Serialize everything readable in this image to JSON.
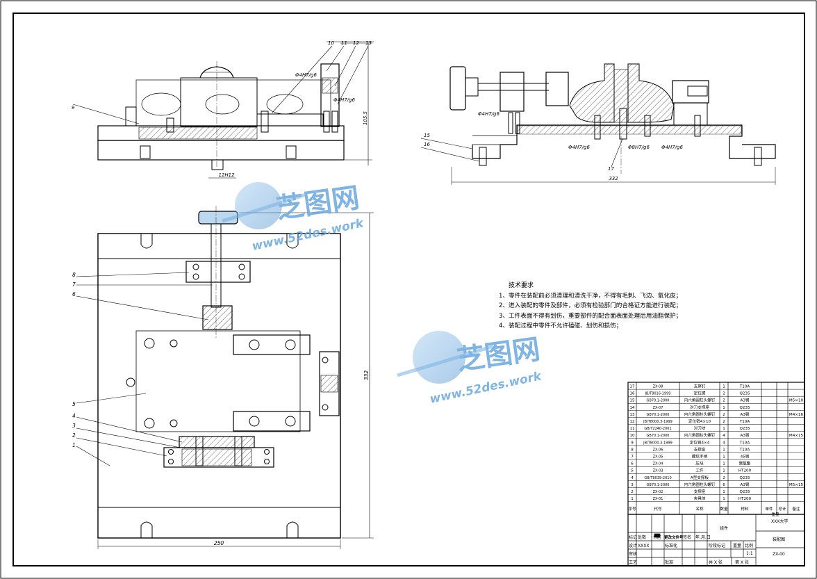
{
  "drawing": {
    "watermark": {
      "brand": "芝图网",
      "url": "www.52des.work"
    },
    "requirements": {
      "title": "技术要求",
      "items": [
        "1、零件在装配前必须清理和清洗干净，不得有毛刺、飞边、氧化皮；",
        "2、进入装配的零件及部件，必须有检验部门的合格证方能进行装配；",
        "3、工件表面不得有划伤，重要部件的配合面表面处理后用油脂保护；",
        "4、装配过程中零件不允许磕碰、划伤和损伤；"
      ]
    },
    "front_view": {
      "callouts": [
        "9",
        "10",
        "11",
        "12",
        "13"
      ],
      "fit_labels": [
        "Φ4H7/g6",
        "Φ4H7/g6"
      ],
      "dim_height": "105.5",
      "dim_bottom": "12H12"
    },
    "side_view": {
      "callouts": [
        "15",
        "16",
        "17"
      ],
      "fit_labels": [
        "Φ4H7/g6",
        "Φ4H7/g6",
        "Φ8H7/g6",
        "Φ4H7/g6"
      ],
      "dim_width": "332"
    },
    "top_view": {
      "callouts": [
        "8",
        "7",
        "6",
        "5",
        "4",
        "3",
        "2",
        "1"
      ],
      "dim_width": "250",
      "dim_height": "332"
    },
    "bom": {
      "rows": [
        {
          "no": "17",
          "code": "ZX-08",
          "name": "支撑钉",
          "qty": "1",
          "mat": "T10A",
          "note": ""
        },
        {
          "no": "16",
          "code": "JB/T8016-1999",
          "name": "定位键",
          "qty": "2",
          "mat": "Q235",
          "note": ""
        },
        {
          "no": "15",
          "code": "GB70.1-2000",
          "name": "内六角圆柱头螺钉",
          "qty": "2",
          "mat": "A3钢",
          "note": "M5×10"
        },
        {
          "no": "14",
          "code": "ZX-07",
          "name": "对刀支撑座",
          "qty": "1",
          "mat": "Q235",
          "note": ""
        },
        {
          "no": "13",
          "code": "GB70.1-2000",
          "name": "内六角圆柱头螺钉",
          "qty": "2",
          "mat": "A3钢",
          "note": "M4×16"
        },
        {
          "no": "12",
          "code": "JB/T8000.3-1999",
          "name": "定位销4×10",
          "qty": "2",
          "mat": "T10A",
          "note": ""
        },
        {
          "no": "11",
          "code": "GB/T2240-2001",
          "name": "对刀块",
          "qty": "1",
          "mat": "Q235",
          "note": ""
        },
        {
          "no": "10",
          "code": "GB70.1-2000",
          "name": "内六角圆柱头螺钉",
          "qty": "4",
          "mat": "A3钢",
          "note": "M4×15"
        },
        {
          "no": "9",
          "code": "JB/T8000.3-1999",
          "name": "定位销4×4",
          "qty": "4",
          "mat": "T10A",
          "note": ""
        },
        {
          "no": "8",
          "code": "ZX-06",
          "name": "支撑座",
          "qty": "1",
          "mat": "T10A",
          "note": ""
        },
        {
          "no": "7",
          "code": "ZX-05",
          "name": "螺纹手柄",
          "qty": "1",
          "mat": "45钢",
          "note": ""
        },
        {
          "no": "6",
          "code": "ZX-04",
          "name": "压块",
          "qty": "1",
          "mat": "聚氨酯",
          "note": ""
        },
        {
          "no": "5",
          "code": "ZX-03",
          "name": "工件",
          "qty": "1",
          "mat": "HT200",
          "note": ""
        },
        {
          "no": "4",
          "code": "GB/T8039-2010",
          "name": "A型支撑板",
          "qty": "2",
          "mat": "Q235",
          "note": ""
        },
        {
          "no": "3",
          "code": "GB70.1-2000",
          "name": "内六角圆柱头螺钉",
          "qty": "6",
          "mat": "A3钢",
          "note": "M5×15"
        },
        {
          "no": "2",
          "code": "ZX-02",
          "name": "支撑座",
          "qty": "1",
          "mat": "Q235",
          "note": ""
        },
        {
          "no": "1",
          "code": "ZX-01",
          "name": "夹具体",
          "qty": "1",
          "mat": "HT200",
          "note": ""
        }
      ],
      "header": {
        "no": "序号",
        "code": "代号",
        "name": "名称",
        "qty": "数量",
        "mat": "材料",
        "unit": "单件",
        "total": "总计",
        "weight": "重量",
        "note": "备注"
      }
    },
    "title_block": {
      "assembly": "组件",
      "school": "XXX大学",
      "drawing_name": "装配图",
      "number": "ZX-00",
      "scale": "1:1",
      "labels": {
        "mark": "标记",
        "count": "处数",
        "zone": "分区",
        "change_doc": "更改文件号",
        "sign": "签名",
        "date": "年.月.日",
        "design": "设计",
        "std": "标准化",
        "review": "审核",
        "process": "工艺",
        "approve": "批准",
        "stage": "阶段标记",
        "weight": "重量",
        "ratio": "比例",
        "sheets": "共 X 张",
        "sheet": "第 X 张"
      },
      "designer": "XXXX"
    }
  }
}
